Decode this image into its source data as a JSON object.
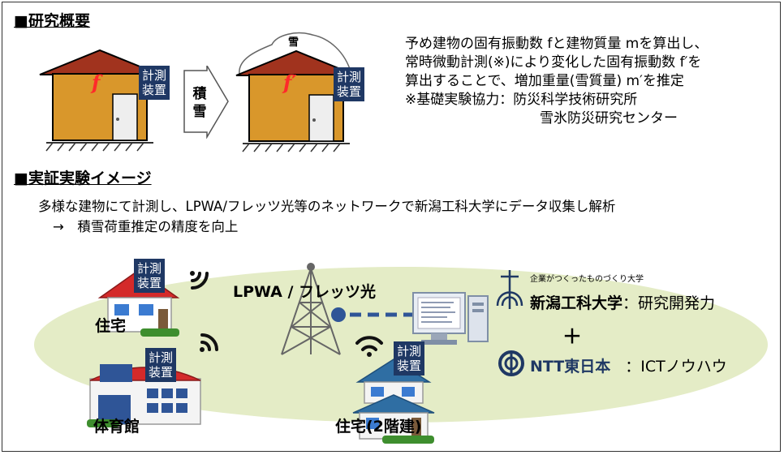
{
  "section1": {
    "heading": "■研究概要"
  },
  "house_before": {
    "letter": "f",
    "device": [
      "計測",
      "装置"
    ]
  },
  "arrow": {
    "label": [
      "積",
      "雪"
    ]
  },
  "house_after": {
    "letter": "f′",
    "snow": "雪",
    "device": [
      "計測",
      "装置"
    ]
  },
  "description": {
    "lines": [
      "予め建物の固有振動数 fと建物質量 mを算出し、",
      "常時微動計測(※)により変化した固有振動数 f′を",
      "算出することで、増加重量(雪質量) m′を推定",
      "※基礎実験協力：防災科学技術研究所",
      "雪氷防災研究センター"
    ]
  },
  "section2": {
    "heading": "■実証実験イメージ",
    "line1": "多様な建物にて計測し、LPWA/フレッツ光等のネットワークで新潟工科大学にデータ収集し解析",
    "line2": "→　積雪荷重推定の精度を向上"
  },
  "network": {
    "label": "LPWA / フレッツ光"
  },
  "buildings": {
    "house": {
      "label": "住宅",
      "device": [
        "計測",
        "装置"
      ]
    },
    "gym": {
      "label": "体育館",
      "device": [
        "計測",
        "装置"
      ]
    },
    "house2": {
      "label": "住宅(2階建)",
      "device": [
        "計測",
        "装置"
      ]
    }
  },
  "orgs": {
    "univ_tagline": "企業がつくったものづくり大学",
    "univ_name": "新潟工科大学",
    "univ_role": "：研究開発力",
    "plus": "＋",
    "ntt_name": "NTT東日本",
    "ntt_role": "：ICTノウハウ"
  },
  "colors": {
    "house_wall": "#d9972b",
    "roof": "#a1331e",
    "badge": "#1f3864",
    "ellipse": "#e4ecc6",
    "network_arrow": "#2f5597",
    "letter_red": "#ff2a2a"
  }
}
